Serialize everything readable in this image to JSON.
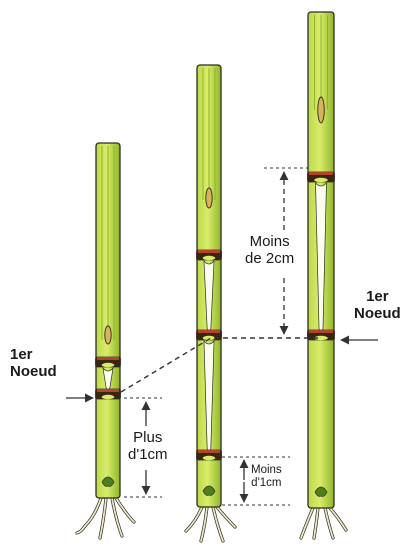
{
  "labels": {
    "left_node": [
      "1er",
      "Noeud"
    ],
    "right_node": [
      "1er",
      "Noeud"
    ],
    "plus_1cm": [
      "Plus",
      "d'1cm"
    ],
    "moins_2cm": [
      "Moins",
      "de 2cm"
    ],
    "moins_1cm": [
      "Moins",
      "d'1cm"
    ]
  },
  "colors": {
    "stem_light": "#d9ec6a",
    "stem_mid": "#bcd94a",
    "stem_dark": "#8fb62a",
    "node_dark": "#3a2412",
    "node_red": "#b0442f",
    "outline": "#2c2c20",
    "pith_white": "#fbfdf0",
    "root": "#efe6c8",
    "ear": "#d7b45a",
    "arrow": "#333333"
  },
  "icons": {
    "pointer": "arrow-icon",
    "measure": "double-arrow-icon"
  }
}
